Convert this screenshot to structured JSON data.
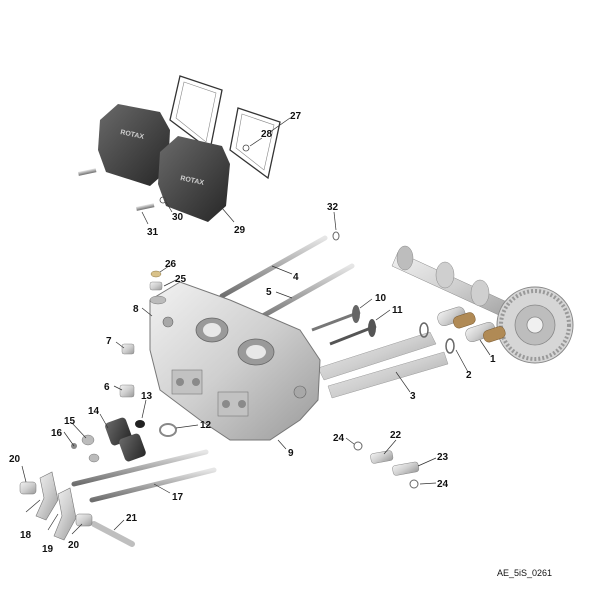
{
  "diagram": {
    "reference_code": "AE_5iS_0261",
    "cover_logo": "ROTAX",
    "callouts": [
      "1",
      "2",
      "3",
      "4",
      "5",
      "6",
      "7",
      "8",
      "9",
      "10",
      "11",
      "12",
      "13",
      "14",
      "15",
      "16",
      "17",
      "18",
      "19",
      "20",
      "20",
      "21",
      "22",
      "23",
      "24",
      "24",
      "25",
      "26",
      "27",
      "28",
      "29",
      "30",
      "31",
      "32"
    ]
  }
}
